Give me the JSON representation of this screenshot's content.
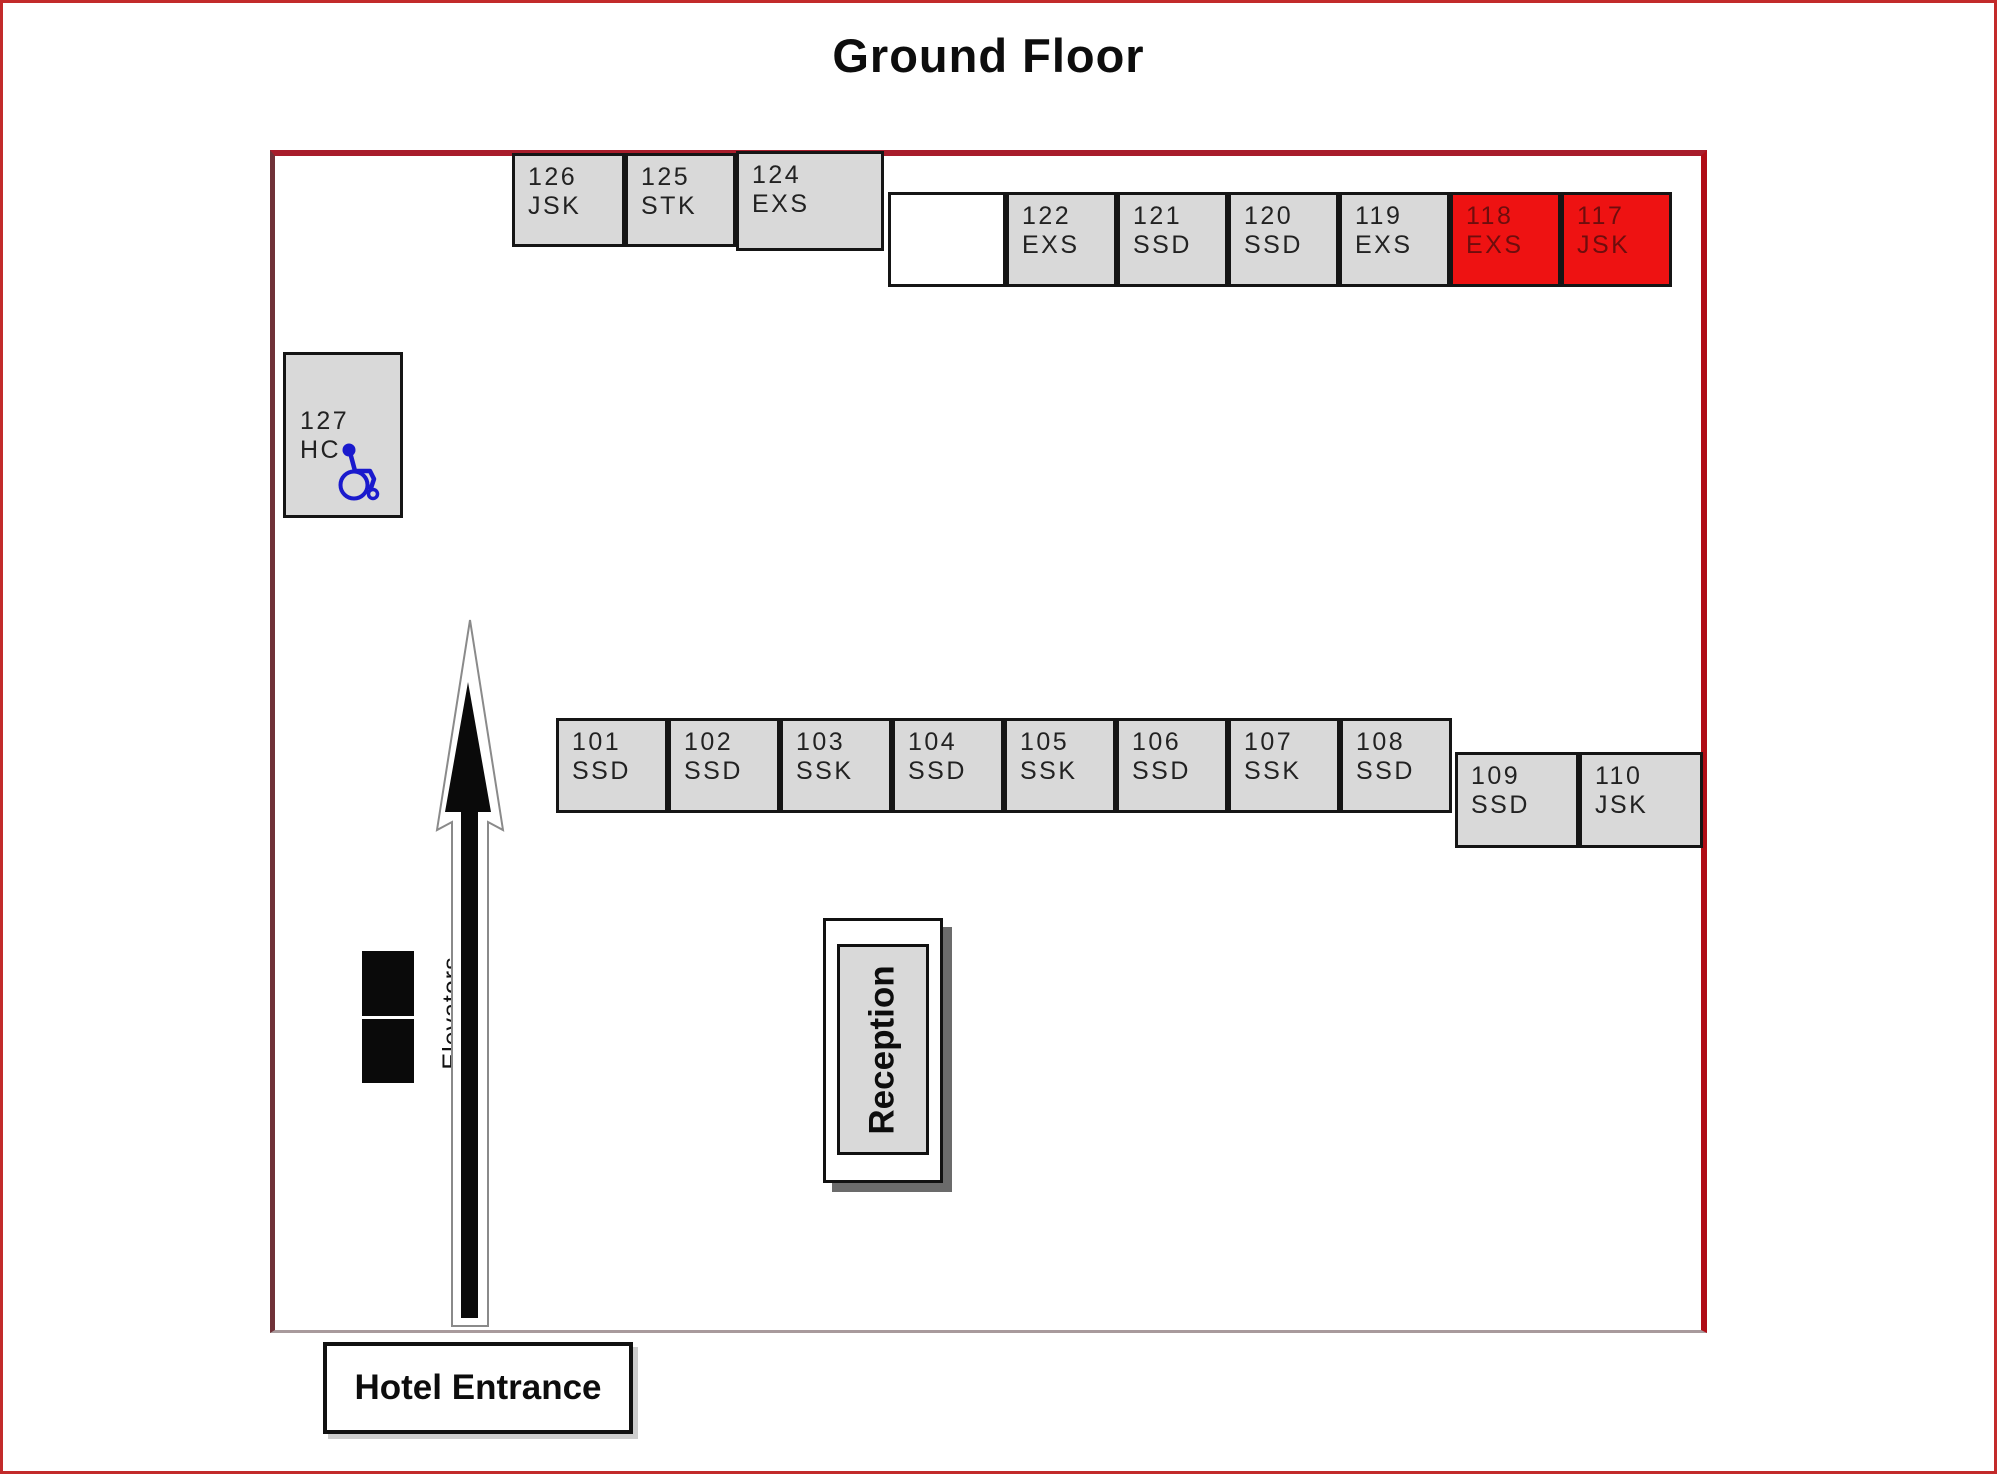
{
  "title": "Ground Floor",
  "labels": {
    "elevators": "Elevators",
    "reception": "Reception",
    "hotel_entrance": "Hotel Entrance"
  },
  "hc_room": {
    "number": "127",
    "type": "HC",
    "icon": "wheelchair-icon"
  },
  "room_groups": {
    "top_left": [
      {
        "number": "126",
        "type": "JSK"
      },
      {
        "number": "125",
        "type": "STK"
      },
      {
        "number": "124",
        "type": "EXS",
        "wide": true
      }
    ],
    "top_right": [
      {
        "empty": true
      },
      {
        "number": "122",
        "type": "EXS"
      },
      {
        "number": "121",
        "type": "SSD"
      },
      {
        "number": "120",
        "type": "SSD"
      },
      {
        "number": "119",
        "type": "EXS"
      },
      {
        "number": "118",
        "type": "EXS",
        "highlight": "red"
      },
      {
        "number": "117",
        "type": "JSK",
        "highlight": "red"
      }
    ],
    "middle": [
      {
        "number": "101",
        "type": "SSD"
      },
      {
        "number": "102",
        "type": "SSD"
      },
      {
        "number": "103",
        "type": "SSK"
      },
      {
        "number": "104",
        "type": "SSD"
      },
      {
        "number": "105",
        "type": "SSK"
      },
      {
        "number": "106",
        "type": "SSD"
      },
      {
        "number": "107",
        "type": "SSK"
      },
      {
        "number": "108",
        "type": "SSD"
      }
    ],
    "middle_right": [
      {
        "number": "109",
        "type": "SSD"
      },
      {
        "number": "110",
        "type": "JSK"
      }
    ]
  },
  "colors": {
    "room_fill": "#d9d9d9",
    "room_highlight_fill": "#ee1212",
    "room_highlight_text": "#6e0d0d",
    "plan_border_red": "#a81d2b",
    "outer_frame_red": "#c22a2a",
    "accessible_icon_blue": "#1a1acd",
    "elevator_black": "#0a0a0a"
  }
}
